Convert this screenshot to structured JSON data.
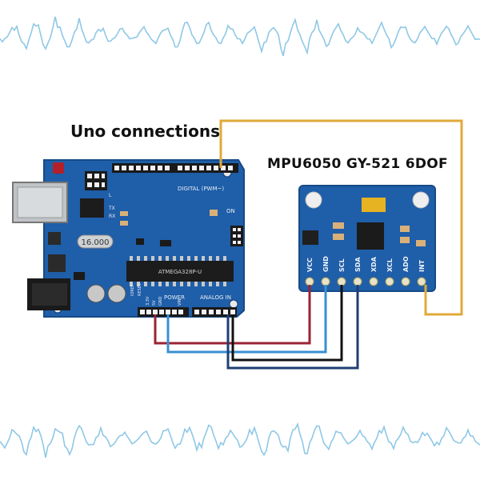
{
  "titles": {
    "uno": "Uno connections",
    "mpu": "MPU6050 GY-521 6DOF"
  },
  "uno": {
    "header_digital": "DIGITAL (PWM~)",
    "header_power": "POWER",
    "header_analog": "ANALOG IN",
    "crystal": "16.000",
    "chip": "ATMEGA328P-U",
    "label_on": "ON",
    "label_tx": "TX",
    "label_rx": "RX",
    "label_l": "L",
    "label_ioref": "IOREF",
    "label_reset": "RESET",
    "label_33v": "3.3V",
    "label_5v": "5V",
    "label_gnd": "GND",
    "label_vin": "VIN"
  },
  "mpu": {
    "pins": [
      "VCC",
      "GND",
      "SCL",
      "SDA",
      "XDA",
      "XCL",
      "ADO",
      "INT"
    ]
  },
  "colors": {
    "vcc_wire": "#9b2335",
    "gnd_wire": "#3a8fd1",
    "scl_wire": "#111111",
    "sda_wire": "#1f3f73",
    "int_wire": "#e0a93a",
    "board": "#1f5ea8",
    "waveform": "#8fc8e6"
  }
}
